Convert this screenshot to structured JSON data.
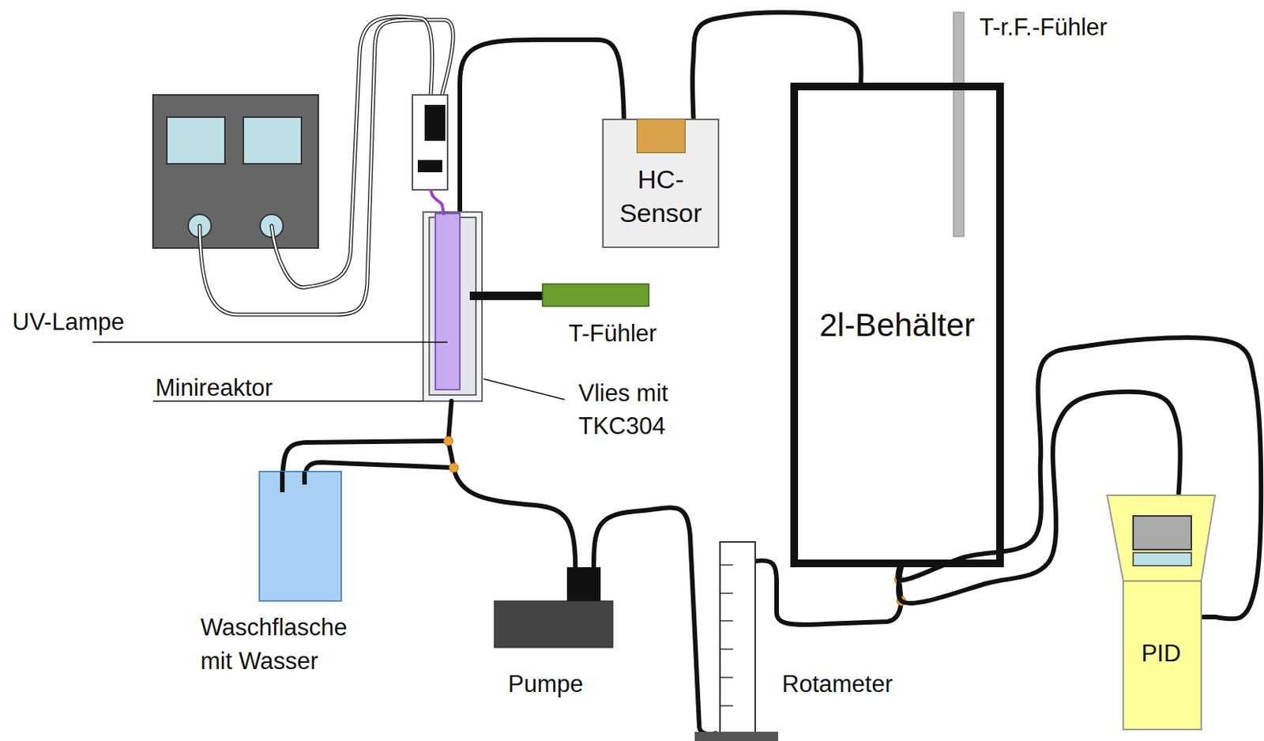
{
  "diagram": {
    "nodes": [
      {
        "text": [
          "HC- Sensor"
        ]
      },
      {
        "text": [
          "2l-Behälter"
        ]
      },
      {
        "text": [
          "PID"
        ]
      }
    ],
    "edges": [
      {
        "from": 0,
        "to": 1,
        "arrow": "none"
      },
      {
        "from": 1,
        "to": 2,
        "arrow": "none"
      },
      {
        "from": 1,
        "to": 2,
        "arrow": "none"
      }
    ],
    "labels": [
      "UV-Lampe",
      "Minireaktor",
      "T-Fühler",
      "Vlies mit TKC304",
      "Waschflasche mit Wasser",
      "Pumpe",
      "Rotameter",
      "T-r.F.-Fühler"
    ]
  }
}
